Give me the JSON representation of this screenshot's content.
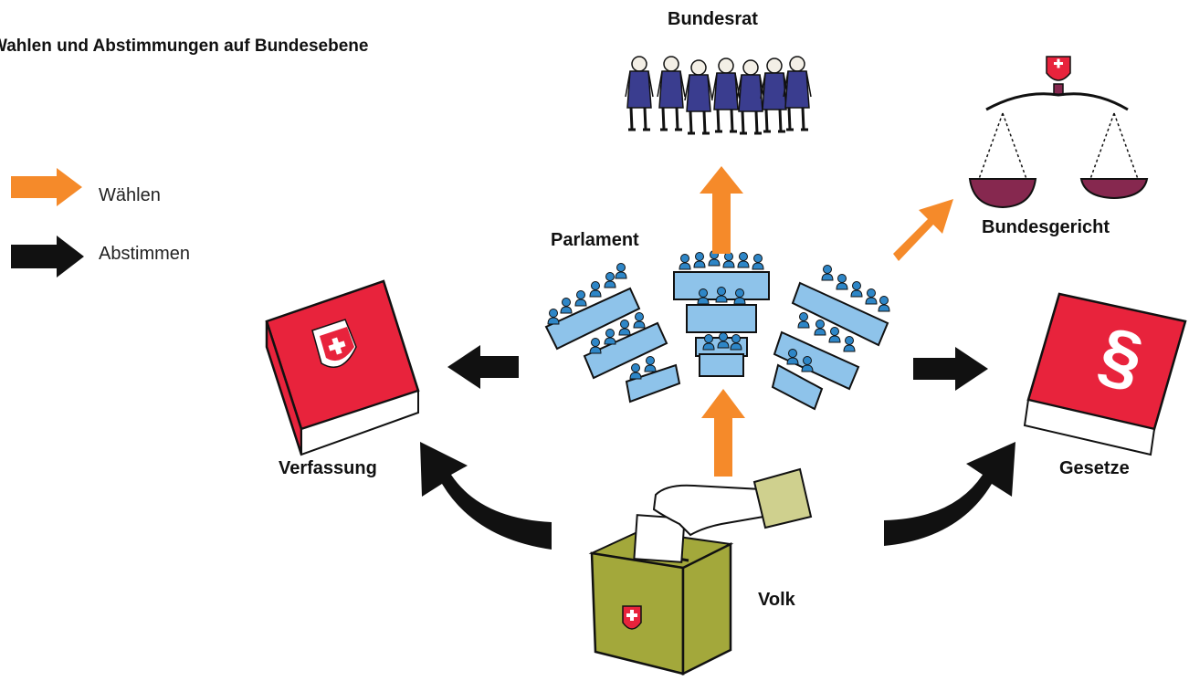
{
  "title": "Wahlen und Abstimmungen auf Bundesebene",
  "legend": {
    "elect_label": "Wählen",
    "vote_label": "Abstimmen"
  },
  "nodes": {
    "bundesrat": "Bundesrat",
    "bundesgericht": "Bundesgericht",
    "parlament": "Parlament",
    "verfassung": "Verfassung",
    "gesetze": "Gesetze",
    "volk": "Volk"
  },
  "colors": {
    "elect": "#f58a2a",
    "vote": "#111111",
    "book": "#e8233c",
    "ballot_box": "#a3a83b",
    "seats": "#8ec3ea",
    "delegates": "#2e86c7",
    "council": "#3a3d8f",
    "scale_pans": "#86284f",
    "sleeve": "#cfd08e"
  },
  "icons": {
    "council": "federal-council-group-icon",
    "court": "scales-of-justice-icon",
    "parliament": "parliament-chamber-icon",
    "constitution": "constitution-book-icon",
    "laws": "law-book-paragraph-icon",
    "people": "ballot-box-hand-icon"
  }
}
